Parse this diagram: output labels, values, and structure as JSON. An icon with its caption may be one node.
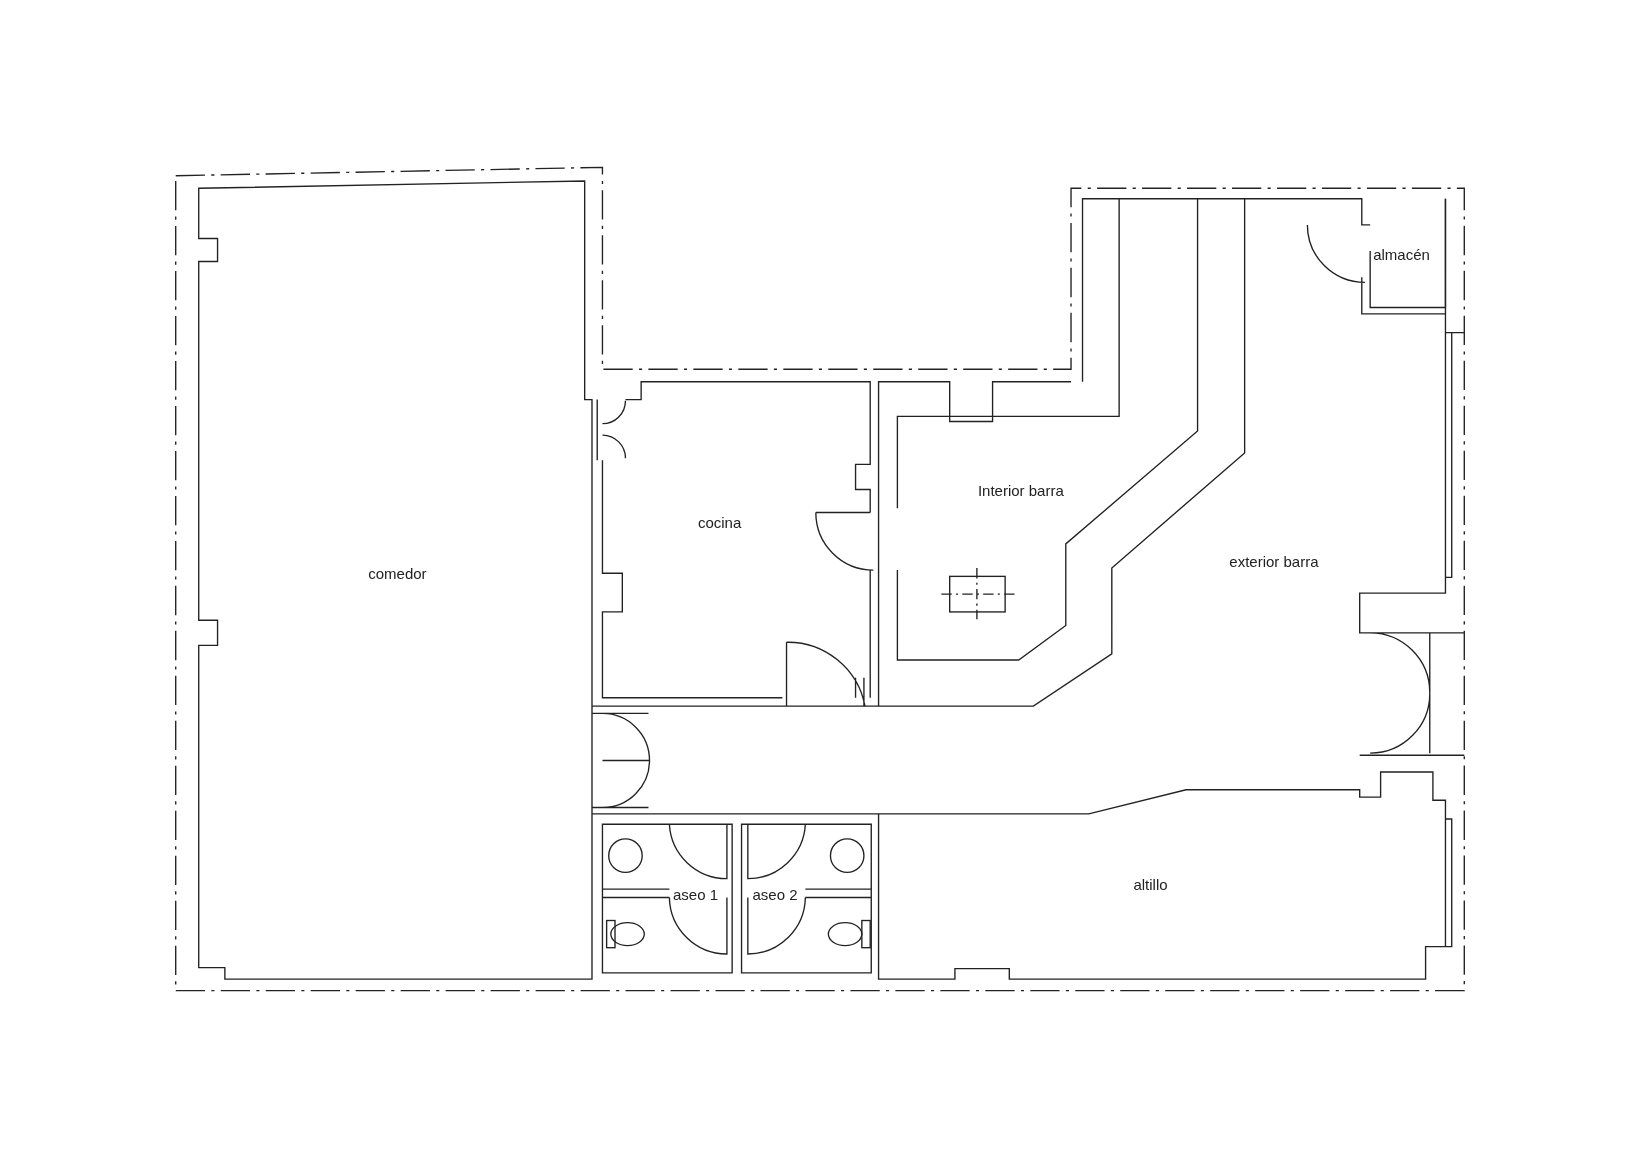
{
  "diagram": {
    "labels": [
      "almacén",
      "Interior barra",
      "cocina",
      "exterior barra",
      "comedor",
      "altillo",
      "aseo 1",
      "aseo 2"
    ]
  }
}
